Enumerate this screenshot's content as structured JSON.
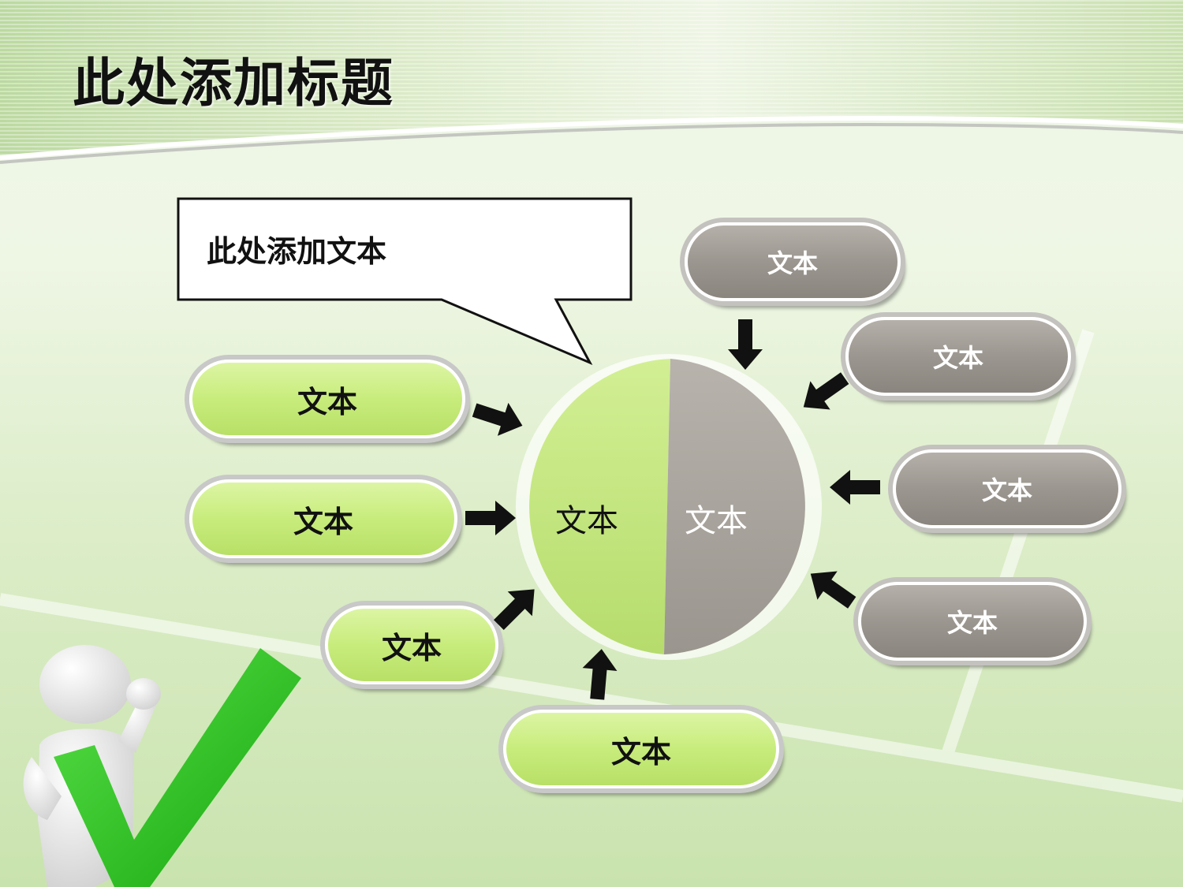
{
  "title": "此处添加标题",
  "callout": {
    "text": "此处添加文本"
  },
  "circle": {
    "left_label": "文本",
    "right_label": "文本"
  },
  "left_boxes": [
    {
      "label": "文本"
    },
    {
      "label": "文本"
    },
    {
      "label": "文本"
    },
    {
      "label": "文本"
    }
  ],
  "right_boxes": [
    {
      "label": "文本"
    },
    {
      "label": "文本"
    },
    {
      "label": "文本"
    },
    {
      "label": "文本"
    }
  ],
  "colors": {
    "green": "#c8ec7c",
    "gray": "#9b968f",
    "check": "#2ec21b"
  }
}
